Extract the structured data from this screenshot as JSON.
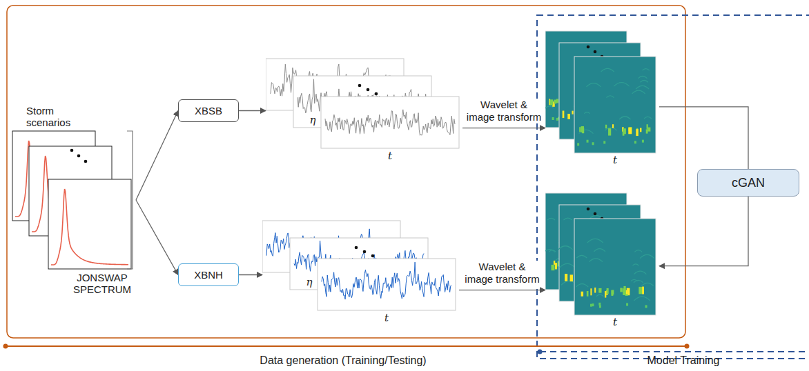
{
  "diagram": {
    "nodes": [
      {
        "text": [
          "Storm scenarios",
          "JONSWAP SPECTRUM"
        ]
      },
      {
        "text": [
          "XBSB"
        ]
      },
      {
        "text": [
          "XBNH"
        ]
      },
      {
        "text": [
          "η",
          "t"
        ]
      },
      {
        "text": [
          "η",
          "t"
        ]
      },
      {
        "text": [
          "t"
        ]
      },
      {
        "text": [
          "t"
        ]
      },
      {
        "text": [
          "cGAN"
        ]
      }
    ],
    "edges": [
      {
        "from": 0,
        "to": 1,
        "arrow": "to"
      },
      {
        "from": 0,
        "to": 2,
        "arrow": "to"
      },
      {
        "from": 1,
        "to": 3,
        "arrow": "to"
      },
      {
        "from": 2,
        "to": 4,
        "arrow": "to"
      },
      {
        "from": 3,
        "to": 5,
        "label": "Wavelet & image transform",
        "arrow": "to"
      },
      {
        "from": 4,
        "to": 6,
        "label": "Wavelet & image transform",
        "arrow": "to"
      },
      {
        "from": 5,
        "to": 7,
        "arrow": "none"
      },
      {
        "from": 7,
        "to": 6,
        "arrow": "to"
      }
    ],
    "labels": [
      "Data generation (Training/Testing)",
      "Model Training"
    ]
  }
}
